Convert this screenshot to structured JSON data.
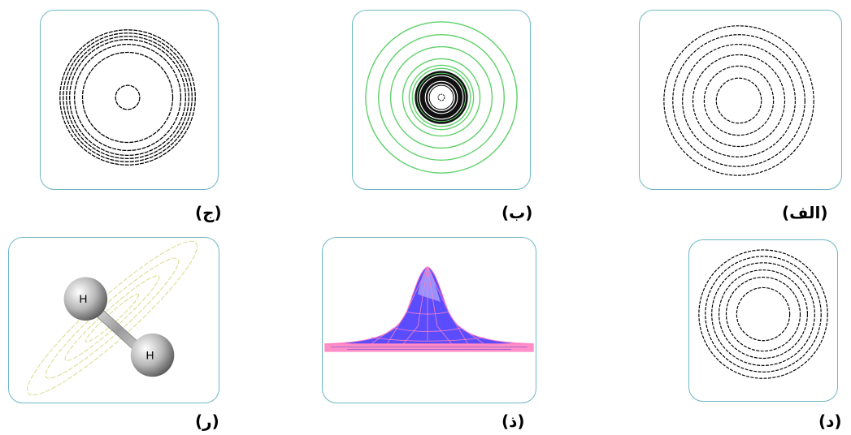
{
  "colors": {
    "panel_border": "#6fb7c4",
    "contour_black": "#000000",
    "contour_green": "#5fd16a",
    "contour_yellow": "#d9d98a",
    "surface_fill": "#6a5cff",
    "surface_mesh": "#ff7fc0",
    "atom_gray": "#9a9a9a"
  },
  "panels": [
    {
      "id": "alef",
      "label": "(الف)",
      "icon": "concentric-circles-icon"
    },
    {
      "id": "be",
      "label": "(ب)",
      "icon": "dense-core-contours-icon"
    },
    {
      "id": "jim",
      "label": "(ج)",
      "icon": "tight-ring-contours-icon"
    },
    {
      "id": "dal",
      "label": "(د)",
      "icon": "concentric-circles-small-icon"
    },
    {
      "id": "zal",
      "label": "(ذ)",
      "icon": "gaussian-surface-icon"
    },
    {
      "id": "re",
      "label": "(ر)",
      "icon": "h2-molecule-icon"
    }
  ],
  "molecule": {
    "atom_1": "H",
    "atom_2": "H"
  }
}
